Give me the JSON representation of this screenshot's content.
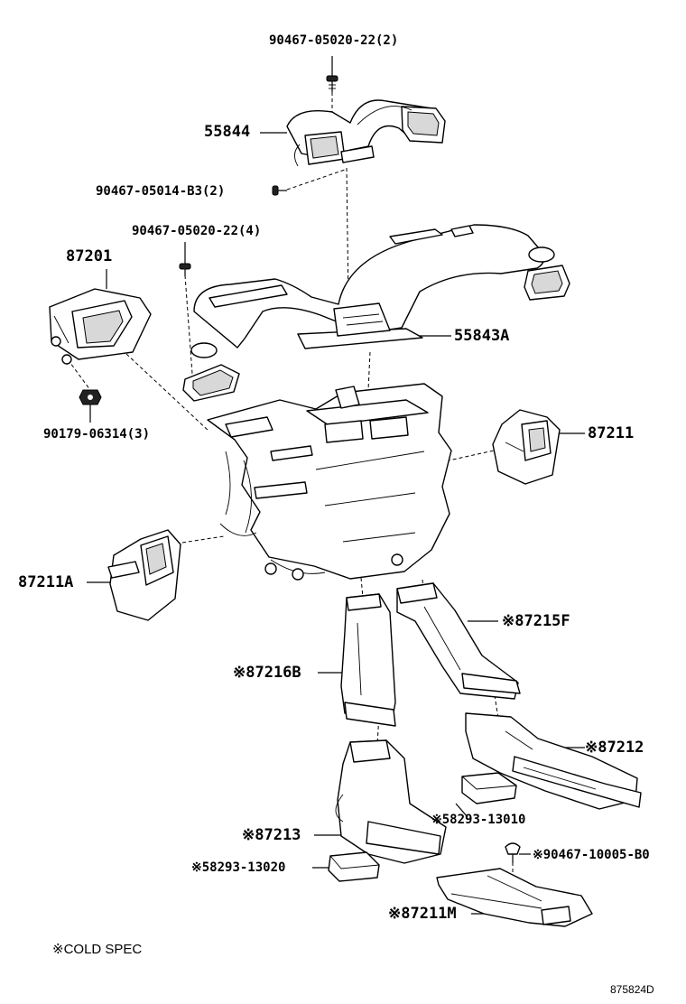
{
  "diagram": {
    "labels": {
      "bolt_top": "90467-05020-22(2)",
      "duct_55844": "55844",
      "bolt_mid": "90467-05014-B3(2)",
      "bolt_left": "90467-05020-22(4)",
      "duct_87201": "87201",
      "duct_55843a": "55843A",
      "nut": "90179-06314(3)",
      "duct_87211": "87211",
      "duct_87211a": "87211A",
      "duct_87215f": "※87215F",
      "duct_87216b": "※87216B",
      "duct_87212": "※87212",
      "pad_58293_13010": "※58293-13010",
      "duct_87213": "※87213",
      "clip": "※90467-10005-B0",
      "pad_58293_13020": "※58293-13020",
      "duct_87211m": "※87211M"
    },
    "note": "※COLD SPEC",
    "ref_code": "875824D"
  }
}
